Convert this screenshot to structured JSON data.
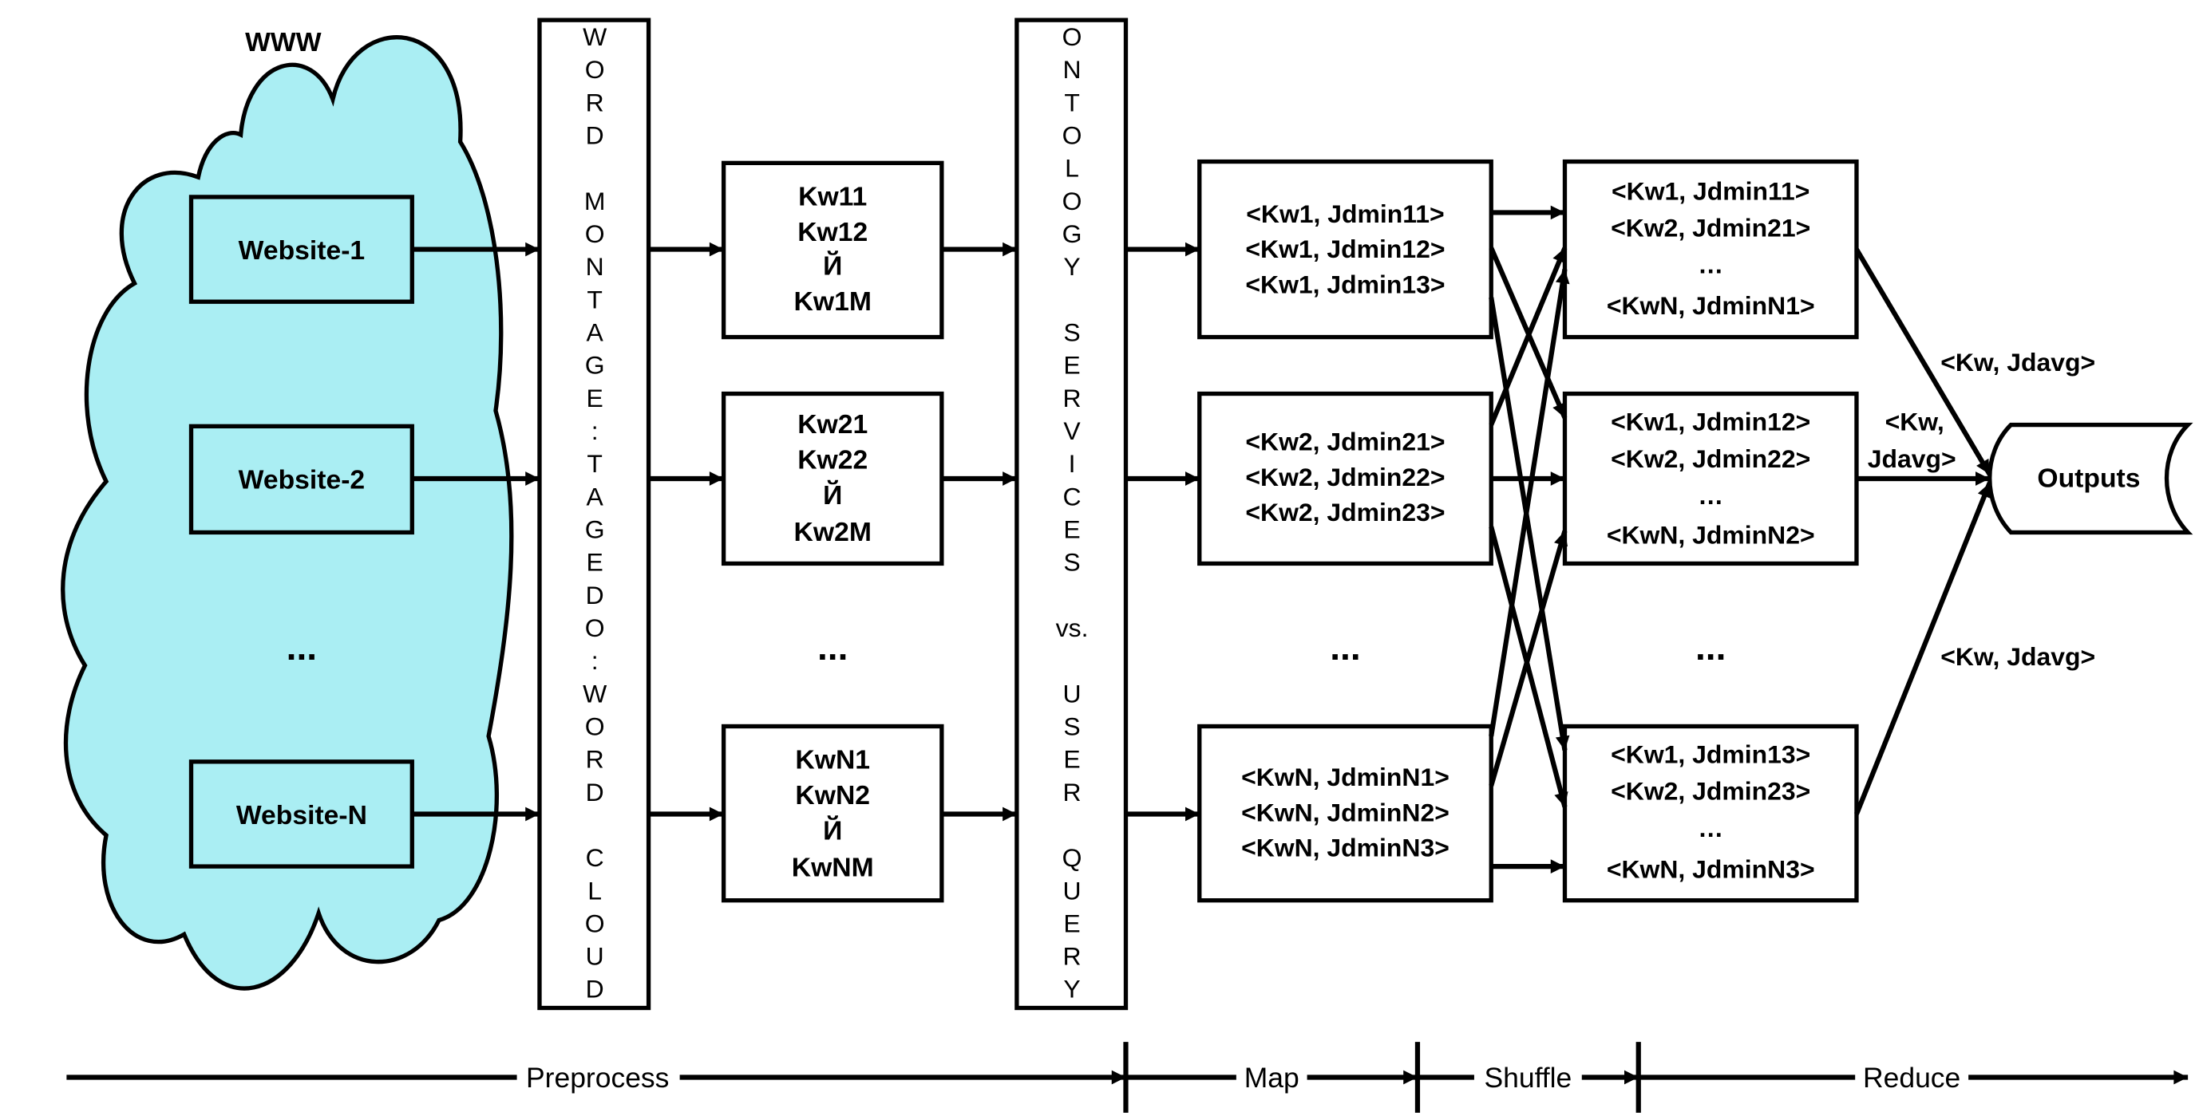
{
  "colors": {
    "cloud": "#aaeef3",
    "website_box": "#aaeef3",
    "stroke": "#000000"
  },
  "cloud": {
    "label": "WWW"
  },
  "websites": [
    "Website-1",
    "Website-2",
    "Website-N"
  ],
  "ellipsis": "...",
  "wordcloud_column": [
    "W",
    "O",
    "R",
    "D",
    "",
    "M",
    "O",
    "N",
    "T",
    "A",
    "G",
    "E",
    ":",
    "T",
    "A",
    "G",
    "E",
    "D",
    "O",
    ":",
    "W",
    "O",
    "R",
    "D",
    "",
    "C",
    "L",
    "O",
    "U",
    "D"
  ],
  "keyword_boxes": [
    [
      "Kw11",
      "Kw12",
      "Й",
      "Kw1M"
    ],
    [
      "Kw21",
      "Kw22",
      "Й",
      "Kw2M"
    ],
    [
      "KwN1",
      "KwN2",
      "Й",
      "KwNM"
    ]
  ],
  "ontology_column": [
    "O",
    "N",
    "T",
    "O",
    "L",
    "O",
    "G",
    "Y",
    "",
    "S",
    "E",
    "R",
    "V",
    "I",
    "C",
    "E",
    "S",
    "",
    "vs.",
    "",
    "U",
    "S",
    "E",
    "R",
    "",
    "Q",
    "U",
    "E",
    "R",
    "Y"
  ],
  "map_boxes": [
    [
      "<Kw1, Jdmin11>",
      "<Kw1, Jdmin12>",
      "<Kw1, Jdmin13>"
    ],
    [
      "<Kw2, Jdmin21>",
      "<Kw2, Jdmin22>",
      "<Kw2, Jdmin23>"
    ],
    [
      "<KwN, JdminN1>",
      "<KwN, JdminN2>",
      "<KwN, JdminN3>"
    ]
  ],
  "reduce_boxes": [
    [
      "<Kw1, Jdmin11>",
      "<Kw2, Jdmin21>",
      "…",
      "<KwN, JdminN1>"
    ],
    [
      "<Kw1, Jdmin12>",
      "<Kw2, Jdmin22>",
      "…",
      "<KwN, JdminN2>"
    ],
    [
      "<Kw1, Jdmin13>",
      "<Kw2, Jdmin23>",
      "…",
      "<KwN, JdminN3>"
    ]
  ],
  "output_labels": [
    "<Kw, Jdavg>",
    "<Kw,",
    "Jdavg>",
    "<Kw, Jdavg>"
  ],
  "outputs": "Outputs",
  "phases": [
    "Preprocess",
    "Map",
    "Shuffle",
    "Reduce"
  ]
}
